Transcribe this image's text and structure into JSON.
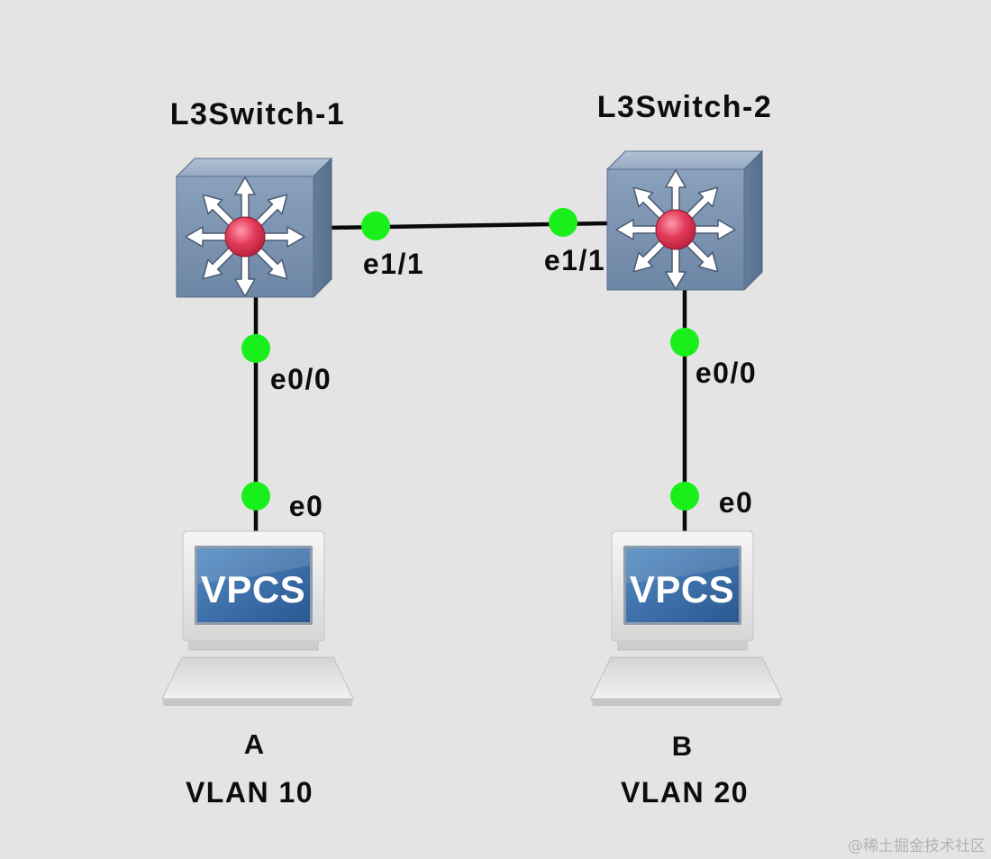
{
  "nodes": {
    "switch_1": {
      "label": "L3Switch-1",
      "icon": "l3-switch-icon"
    },
    "switch_2": {
      "label": "L3Switch-2",
      "icon": "l3-switch-icon"
    },
    "host_a": {
      "label": "A",
      "vlan": "VLAN 10",
      "screen_text": "VPCS",
      "icon": "vpcs-pc-icon"
    },
    "host_b": {
      "label": "B",
      "vlan": "VLAN 20",
      "screen_text": "VPCS",
      "icon": "vpcs-pc-icon"
    }
  },
  "links": {
    "switch_1_to_switch_2": {
      "port_a": "e1/1",
      "port_b": "e1/1"
    },
    "switch_1_to_host_a": {
      "port_a": "e0/0",
      "port_b": "e0"
    },
    "switch_2_to_host_b": {
      "port_a": "e0/0",
      "port_b": "e0"
    }
  },
  "colors": {
    "background": "#e4e4e4",
    "link": "#0a0a0a",
    "port_status": "#19f01b",
    "switch_body": "#7b93b1",
    "switch_center": "#e03050",
    "screen": "#3566a0",
    "label_text": "#0d0d0d"
  },
  "watermark": "@稀土掘金技术社区"
}
